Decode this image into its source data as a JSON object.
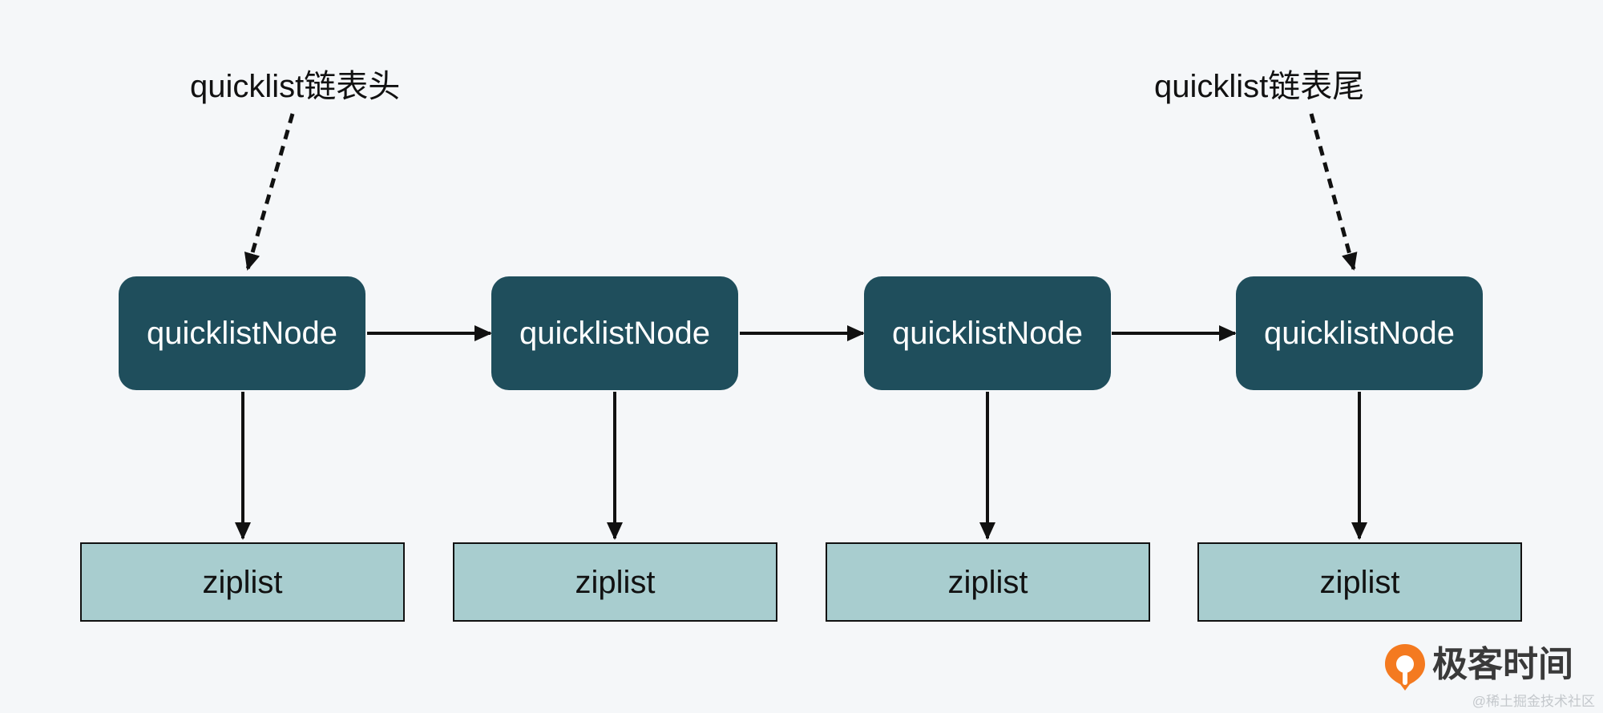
{
  "diagram": {
    "head_label": "quicklist链表头",
    "tail_label": "quicklist链表尾",
    "nodes": [
      {
        "label": "quicklistNode"
      },
      {
        "label": "quicklistNode"
      },
      {
        "label": "quicklistNode"
      },
      {
        "label": "quicklistNode"
      }
    ],
    "ziplists": [
      {
        "label": "ziplist"
      },
      {
        "label": "ziplist"
      },
      {
        "label": "ziplist"
      },
      {
        "label": "ziplist"
      }
    ]
  },
  "colors": {
    "background": "#f5f7f9",
    "node_fill": "#1f4e5c",
    "node_text": "#ffffff",
    "ziplist_fill": "#a8cdcf",
    "arrow": "#111111",
    "brand_orange": "#f47a20"
  },
  "watermark": {
    "brand_name": "极客时间",
    "credit": "@稀土掘金技术社区"
  }
}
